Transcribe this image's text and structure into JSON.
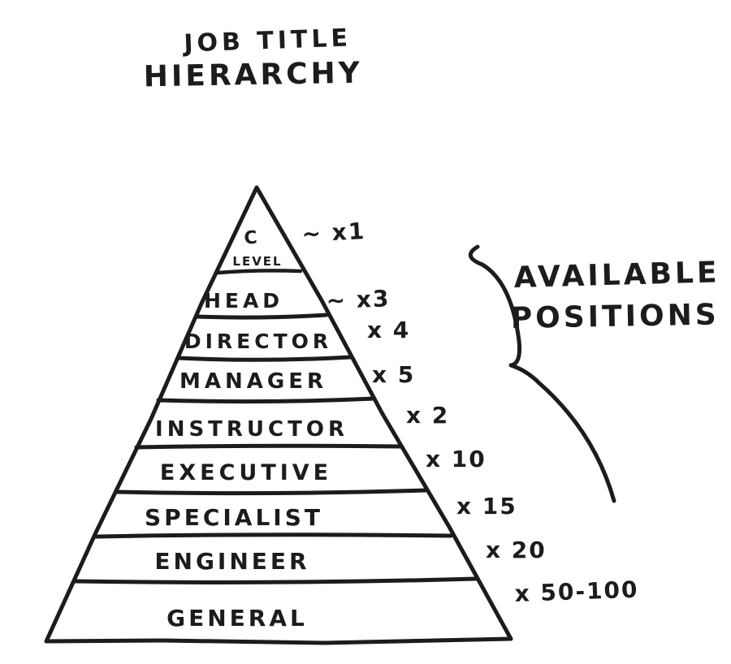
{
  "title": {
    "line1": "JOB TITLE",
    "line2": "HIERARCHY"
  },
  "annotation": {
    "line1": "AVAILABLE",
    "line2": "POSITIONS"
  },
  "levels": [
    {
      "line1": "C",
      "line2": "LEVEL",
      "count": "~ x1"
    },
    {
      "label": "HEAD",
      "count": "~ x3"
    },
    {
      "label": "DIRECTOR",
      "count": "x 4"
    },
    {
      "label": "MANAGER",
      "count": "x 5"
    },
    {
      "label": "INSTRUCTOR",
      "count": "x 2"
    },
    {
      "label": "EXECUTIVE",
      "count": "x 10"
    },
    {
      "label": "SPECIALIST",
      "count": "x 15"
    },
    {
      "label": "ENGINEER",
      "count": "x 20"
    },
    {
      "label": "GENERAL",
      "count": "x 50-100"
    }
  ],
  "colors": {
    "ink": "#1c1c1c",
    "paper": "#ffffff"
  }
}
